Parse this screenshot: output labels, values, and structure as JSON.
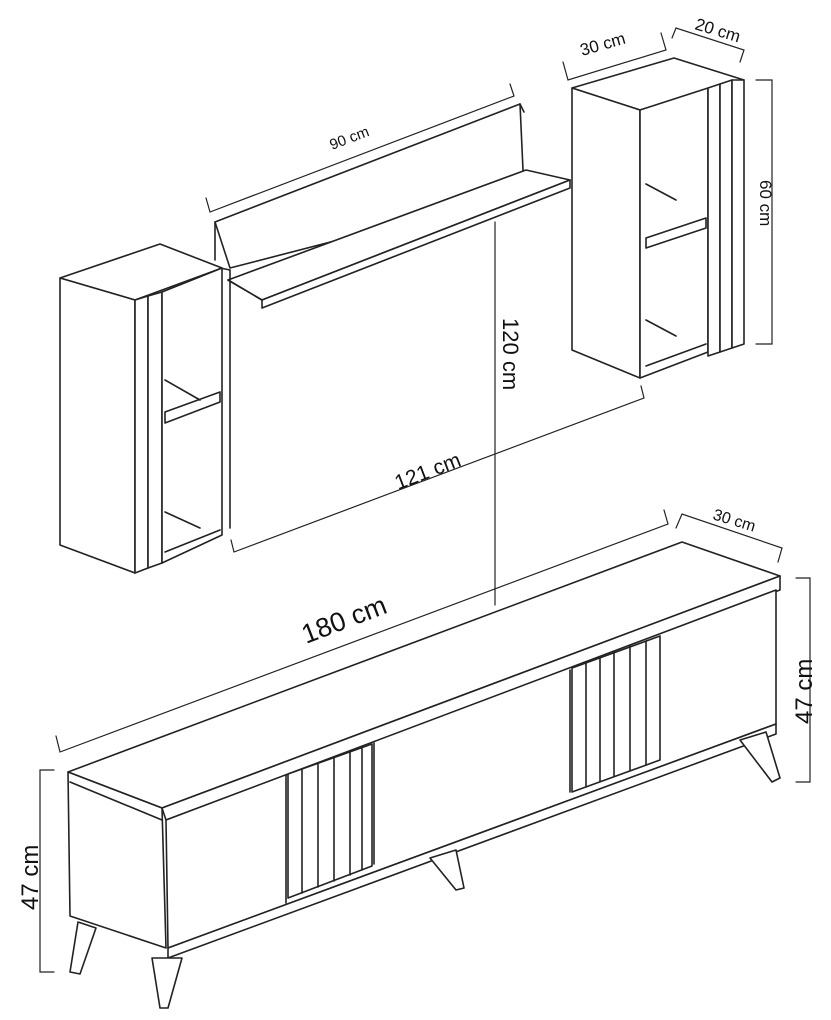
{
  "dimensions": {
    "shelf_width": "90 cm",
    "tall_cabinet_width": "30 cm",
    "tall_cabinet_depth": "20 cm",
    "tall_cabinet_height": "60 cm",
    "total_height": "120 cm",
    "wall_span": "121 cm",
    "tv_unit_width": "180 cm",
    "tv_unit_depth": "30 cm",
    "tv_unit_height_right": "47 cm",
    "tv_unit_height_left": "47 cm"
  },
  "colors": {
    "line": "#222222",
    "background": "#ffffff"
  }
}
